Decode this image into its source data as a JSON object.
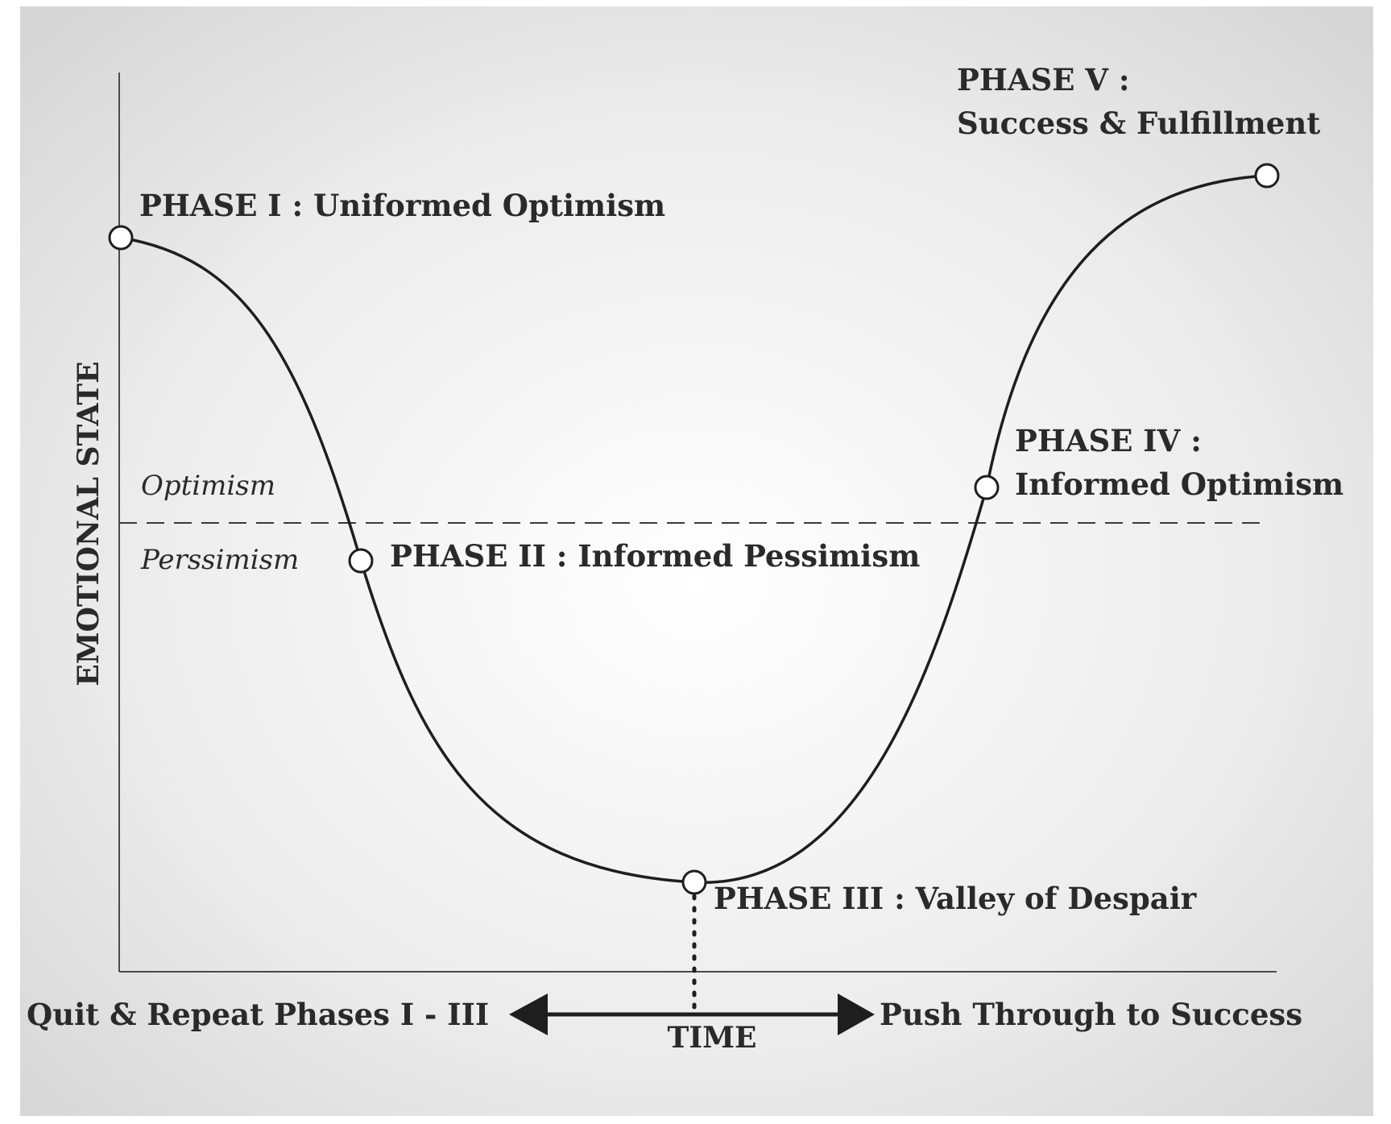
{
  "diagram": {
    "y_axis_label": "EMOTIONAL STATE",
    "x_axis_label": "TIME",
    "zone_above": "Optimism",
    "zone_below": "Perssimism",
    "left_outcome": "Quit & Repeat Phases I - III",
    "right_outcome": "Push Through to Success",
    "phases": [
      {
        "id": "phase-1",
        "text": "PHASE I : Uniformed Optimism"
      },
      {
        "id": "phase-2",
        "text": "PHASE II : Informed Pessimism"
      },
      {
        "id": "phase-3",
        "text": "PHASE III : Valley of Despair"
      },
      {
        "id": "phase-4",
        "line1": "PHASE IV :",
        "line2": "Informed Optimism"
      },
      {
        "id": "phase-5",
        "line1": "PHASE V :",
        "line2": "Success & Fulfillment"
      }
    ]
  },
  "colors": {
    "background_light": "#ffffff",
    "background_dark": "#dcdcdc",
    "line": "#1e1e1e",
    "text": "#2a2a2a"
  }
}
